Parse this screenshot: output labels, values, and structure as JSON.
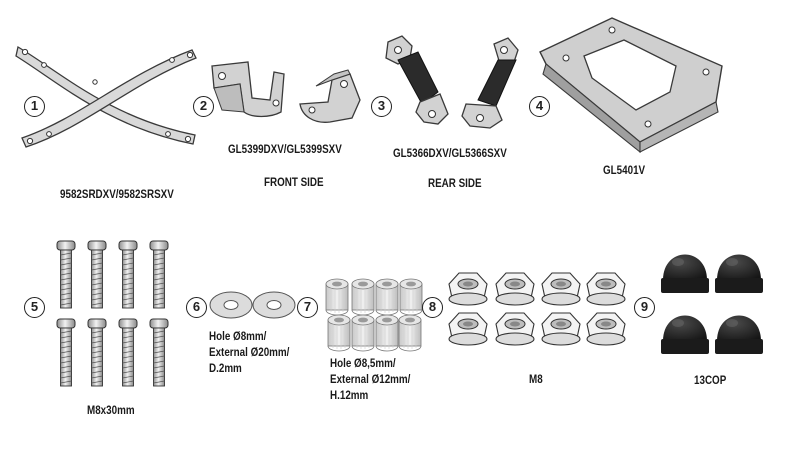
{
  "parts": [
    {
      "number": "1",
      "code": "9582SRDXV/9582SRSXV"
    },
    {
      "number": "2",
      "code": "GL5399DXV/GL5399SXV",
      "note": "FRONT SIDE"
    },
    {
      "number": "3",
      "code": "GL5366DXV/GL5366SXV",
      "note": "REAR SIDE"
    },
    {
      "number": "4",
      "code": "GL5401V"
    },
    {
      "number": "5",
      "label": "M8x30mm"
    },
    {
      "number": "6",
      "label": "Hole Ø8mm/\nExternal Ø20mm/\nD.2mm"
    },
    {
      "number": "7",
      "label": "Hole Ø8,5mm/\nExternal Ø12mm/\nH.12mm"
    },
    {
      "number": "8",
      "label": "M8"
    },
    {
      "number": "9",
      "label": "13COP"
    }
  ],
  "colors": {
    "line": "#3a3a3a",
    "metal": "#cfcfcf",
    "metal_dark": "#a8a8a8",
    "rubber": "#2b2b2b",
    "cap": "#1e1e1e"
  }
}
